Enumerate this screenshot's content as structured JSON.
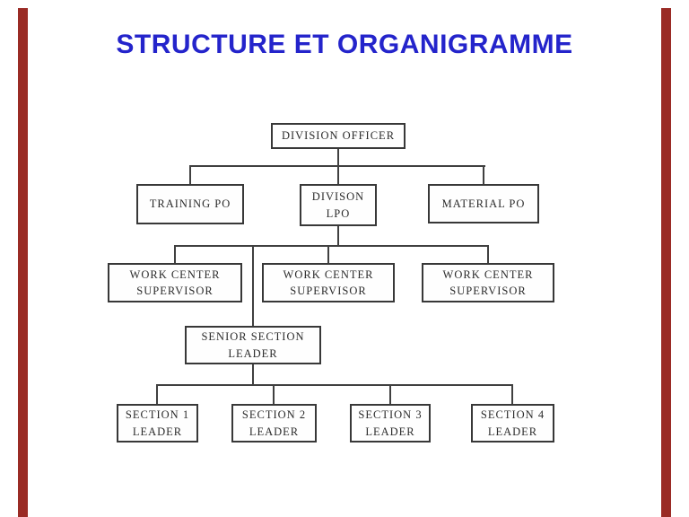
{
  "slide": {
    "title": "STRUCTURE ET ORGANIGRAMME",
    "title_color": "#2424cb",
    "background_color": "#ffffff",
    "accent_bar_color": "#9a2b25"
  },
  "org_chart": {
    "nodes": [
      {
        "id": "division-officer",
        "label": "DIVISION OFFICER",
        "level": 1
      },
      {
        "id": "training-po",
        "label": "TRAINING PO",
        "level": 2
      },
      {
        "id": "division-lpo",
        "label": "DIVISON\nLPO",
        "level": 2
      },
      {
        "id": "material-po",
        "label": "MATERIAL PO",
        "level": 2
      },
      {
        "id": "work-center-supervisor-1",
        "label": "WORK CENTER\nSUPERVISOR",
        "level": 3
      },
      {
        "id": "work-center-supervisor-2",
        "label": "WORK CENTER\nSUPERVISOR",
        "level": 3
      },
      {
        "id": "work-center-supervisor-3",
        "label": "WORK CENTER\nSUPERVISOR",
        "level": 3
      },
      {
        "id": "senior-section-leader",
        "label": "SENIOR SECTION\nLEADER",
        "level": 4
      },
      {
        "id": "section-1-leader",
        "label": "SECTION 1\nLEADER",
        "level": 5
      },
      {
        "id": "section-2-leader",
        "label": "SECTION 2\nLEADER",
        "level": 5
      },
      {
        "id": "section-3-leader",
        "label": "SECTION 3\nLEADER",
        "level": 5
      },
      {
        "id": "section-4-leader",
        "label": "SECTION 4\nLEADER",
        "level": 5
      }
    ],
    "hierarchy": [
      {
        "parent": "DIVISION OFFICER",
        "children": [
          "TRAINING PO",
          "DIVISON LPO",
          "MATERIAL PO"
        ]
      },
      {
        "parent": "DIVISON LPO",
        "children": [
          "WORK CENTER SUPERVISOR",
          "WORK CENTER SUPERVISOR",
          "WORK CENTER SUPERVISOR",
          "SENIOR SECTION LEADER"
        ]
      },
      {
        "parent": "SENIOR SECTION LEADER",
        "children": [
          "SECTION 1 LEADER",
          "SECTION 2 LEADER",
          "SECTION 3 LEADER",
          "SECTION 4 LEADER"
        ]
      }
    ]
  }
}
